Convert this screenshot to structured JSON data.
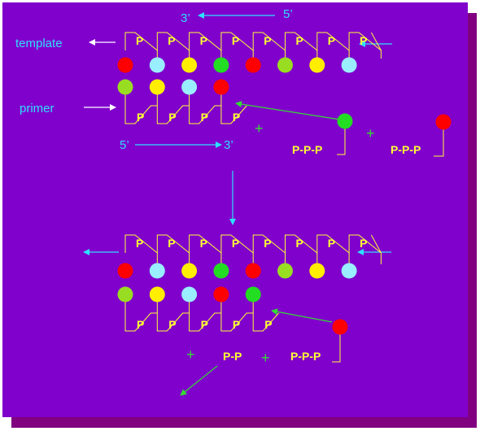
{
  "labels": {
    "three_prime": "3’",
    "five_prime": "5’",
    "template": "template",
    "primer": "primer",
    "phosphate": "P",
    "plus": "+",
    "triphosphate": "P-P-P",
    "diphosphate": "P-P"
  },
  "colors": {
    "background": "#8000cc",
    "shadow": "#800080",
    "backbone_line": "#ffff33",
    "phosphate_text": "#ffff33",
    "label_text": "#2ee0ff",
    "incoming_arrow": "#33dd33",
    "red": "#ff0000",
    "cyan": "#99eeff",
    "yellow": "#ffee00",
    "green": "#22dd22",
    "lime": "#99dd22"
  },
  "panel_1": {
    "template_bases": [
      "red",
      "cyan",
      "yellow",
      "green",
      "red",
      "lime",
      "yellow",
      "cyan"
    ],
    "primer_bases": [
      "lime",
      "yellow",
      "cyan",
      "red"
    ],
    "incoming_nucleotides": [
      "green",
      "red"
    ]
  },
  "panel_2": {
    "template_bases": [
      "red",
      "cyan",
      "yellow",
      "green",
      "red",
      "lime",
      "yellow",
      "cyan"
    ],
    "primer_bases": [
      "lime",
      "yellow",
      "cyan",
      "red",
      "green"
    ],
    "incoming_nucleotides": [
      "red"
    ]
  }
}
